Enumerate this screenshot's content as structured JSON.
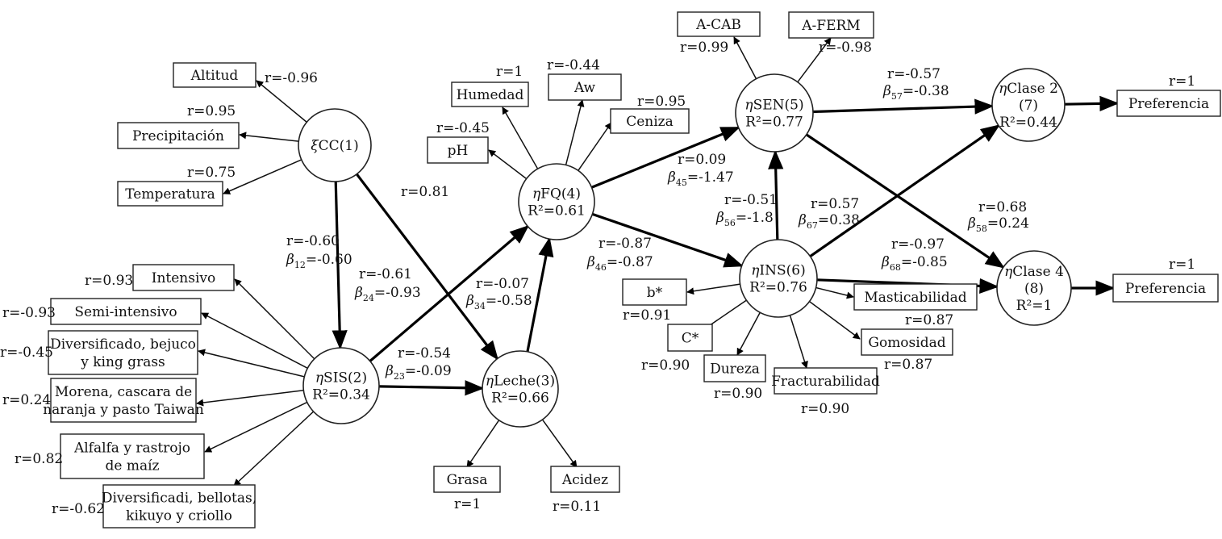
{
  "nodes": {
    "cc": {
      "symbol": "ξ",
      "lines": [
        "CC(1)"
      ]
    },
    "sis": {
      "symbol": "η",
      "lines": [
        "SIS(2)",
        "R²=0.34"
      ]
    },
    "leche": {
      "symbol": "η",
      "lines": [
        "Leche(3)",
        "R²=0.66"
      ]
    },
    "fq": {
      "symbol": "η",
      "lines": [
        "FQ(4)",
        "R²=0.61"
      ]
    },
    "sen": {
      "symbol": "η",
      "lines": [
        "SEN(5)",
        "R²=0.77"
      ]
    },
    "ins": {
      "symbol": "η",
      "lines": [
        "INS(6)",
        "R²=0.76"
      ]
    },
    "clase2": {
      "symbol": "η",
      "lines": [
        "Clase 2",
        "(7)",
        "R²=0.44"
      ]
    },
    "clase4": {
      "symbol": "η",
      "lines": [
        "Clase 4",
        "(8)",
        "R²=1"
      ]
    }
  },
  "indicators": [
    {
      "from": "cc",
      "label": [
        "Altitud"
      ],
      "r": "r=-0.96"
    },
    {
      "from": "cc",
      "label": [
        "Precipitación"
      ],
      "r": "r=0.95"
    },
    {
      "from": "cc",
      "label": [
        "Temperatura"
      ],
      "r": "r=0.75"
    },
    {
      "from": "sis",
      "label": [
        "Intensivo"
      ],
      "r": "r=0.93"
    },
    {
      "from": "sis",
      "label": [
        "Semi-intensivo"
      ],
      "r": "r=-0.93"
    },
    {
      "from": "sis",
      "label": [
        "Diversificado, bejuco",
        "y king grass"
      ],
      "r": "r=-0.45"
    },
    {
      "from": "sis",
      "label": [
        "Morena, cascara de",
        "naranja y pasto Taiwan"
      ],
      "r": "r=0.24"
    },
    {
      "from": "sis",
      "label": [
        "Alfalfa y rastrojo",
        "de maíz"
      ],
      "r": "r=0.82"
    },
    {
      "from": "sis",
      "label": [
        "Diversificadi, bellotas,",
        "kikuyo y criollo"
      ],
      "r": "r=-0.62"
    },
    {
      "from": "fq",
      "label": [
        "Humedad"
      ],
      "r": "r=1"
    },
    {
      "from": "fq",
      "label": [
        "Aw"
      ],
      "r": "r=-0.44"
    },
    {
      "from": "fq",
      "label": [
        "Ceniza"
      ],
      "r": "r=0.95"
    },
    {
      "from": "fq",
      "label": [
        "pH"
      ],
      "r": "r=-0.45"
    },
    {
      "from": "sen",
      "label": [
        "A-CAB"
      ],
      "r": "r=0.99"
    },
    {
      "from": "sen",
      "label": [
        "A-FERM"
      ],
      "r": "r=-0.98"
    },
    {
      "from": "clase2",
      "label": [
        "Preferencia"
      ],
      "r": "r=1"
    },
    {
      "from": "clase4",
      "label": [
        "Preferencia"
      ],
      "r": "r=1"
    },
    {
      "from": "leche",
      "label": [
        "Grasa"
      ],
      "r": "r=1"
    },
    {
      "from": "leche",
      "label": [
        "Acidez"
      ],
      "r": "r=0.11"
    },
    {
      "from": "ins",
      "label": [
        "b*"
      ],
      "r": "r=0.91"
    },
    {
      "from": "ins",
      "label": [
        "C*"
      ],
      "r": "r=0.90"
    },
    {
      "from": "ins",
      "label": [
        "Dureza"
      ],
      "r": "r=0.90"
    },
    {
      "from": "ins",
      "label": [
        "Fracturabilidad"
      ],
      "r": "r=0.90"
    },
    {
      "from": "ins",
      "label": [
        "Masticabilidad"
      ],
      "r": "r=0.87"
    },
    {
      "from": "ins",
      "label": [
        "Gomosidad"
      ],
      "r": "r=0.87"
    }
  ],
  "paths": [
    {
      "from": "cc",
      "to": "sis",
      "r": "r=-0.60",
      "beta_sub": "12",
      "beta": "=-0.60"
    },
    {
      "from": "cc",
      "to": "leche",
      "r": "r=0.81"
    },
    {
      "from": "sis",
      "to": "fq",
      "r": "r=-0.61",
      "beta_sub": "24",
      "beta": "=-0.93"
    },
    {
      "from": "sis",
      "to": "leche",
      "r": "r=-0.54",
      "beta_sub": "23",
      "beta": "=-0.09"
    },
    {
      "from": "leche",
      "to": "fq",
      "r": "r=-0.07",
      "beta_sub": "34",
      "beta": "=-0.58"
    },
    {
      "from": "fq",
      "to": "sen",
      "r": "r=0.09",
      "beta_sub": "45",
      "beta": "=-1.47"
    },
    {
      "from": "fq",
      "to": "ins",
      "r": "r=-0.87",
      "beta_sub": "46",
      "beta": "=-0.87"
    },
    {
      "from": "ins",
      "to": "sen",
      "r": "r=-0.51",
      "beta_sub": "56",
      "beta": "=-1.8"
    },
    {
      "from": "ins",
      "to": "clase2",
      "r": "r=0.57",
      "beta_sub": "67",
      "beta": "=0.38"
    },
    {
      "from": "sen",
      "to": "clase2",
      "r": "r=-0.57",
      "beta_sub": "57",
      "beta": "=-0.38"
    },
    {
      "from": "sen",
      "to": "clase4",
      "r": "r=0.68",
      "beta_sub": "58",
      "beta": "=0.24"
    },
    {
      "from": "ins",
      "to": "clase4",
      "r": "r=-0.97",
      "beta_sub": "68",
      "beta": "=-0.85"
    }
  ]
}
